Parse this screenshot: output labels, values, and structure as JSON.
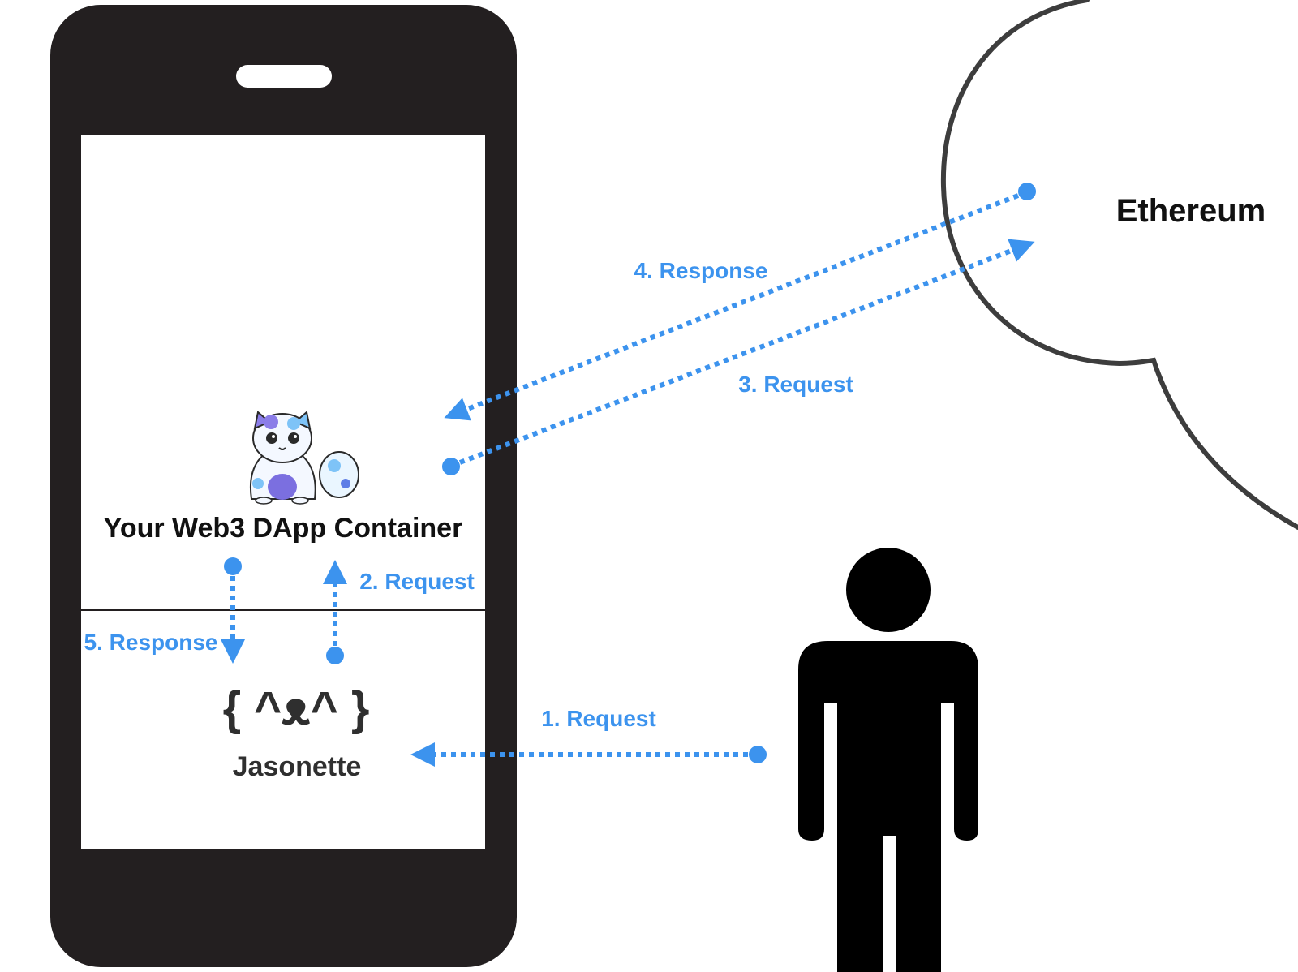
{
  "nodes": {
    "ethereum": "Ethereum",
    "container": "Your Web3 DApp Container",
    "jasonette": "Jasonette"
  },
  "steps": {
    "step1": "1. Request",
    "step2": "2. Request",
    "step3": "3. Request",
    "step4": "4. Response",
    "step5": "5. Response"
  },
  "jasonette_logo_text": "{ ^ᴥ^ }",
  "colors": {
    "arrow": "#3c93ee",
    "phone": "#231f20",
    "cloud_stroke": "#3d3d3d",
    "person": "#000000",
    "text_dark": "#111111",
    "text_jasonette": "#2f2f2f"
  },
  "icons": {
    "phone": "smartphone-icon",
    "cloud": "cloud-icon",
    "person": "person-icon",
    "cat": "cryptokitty-icon",
    "jasonette": "jasonette-logo-icon"
  }
}
